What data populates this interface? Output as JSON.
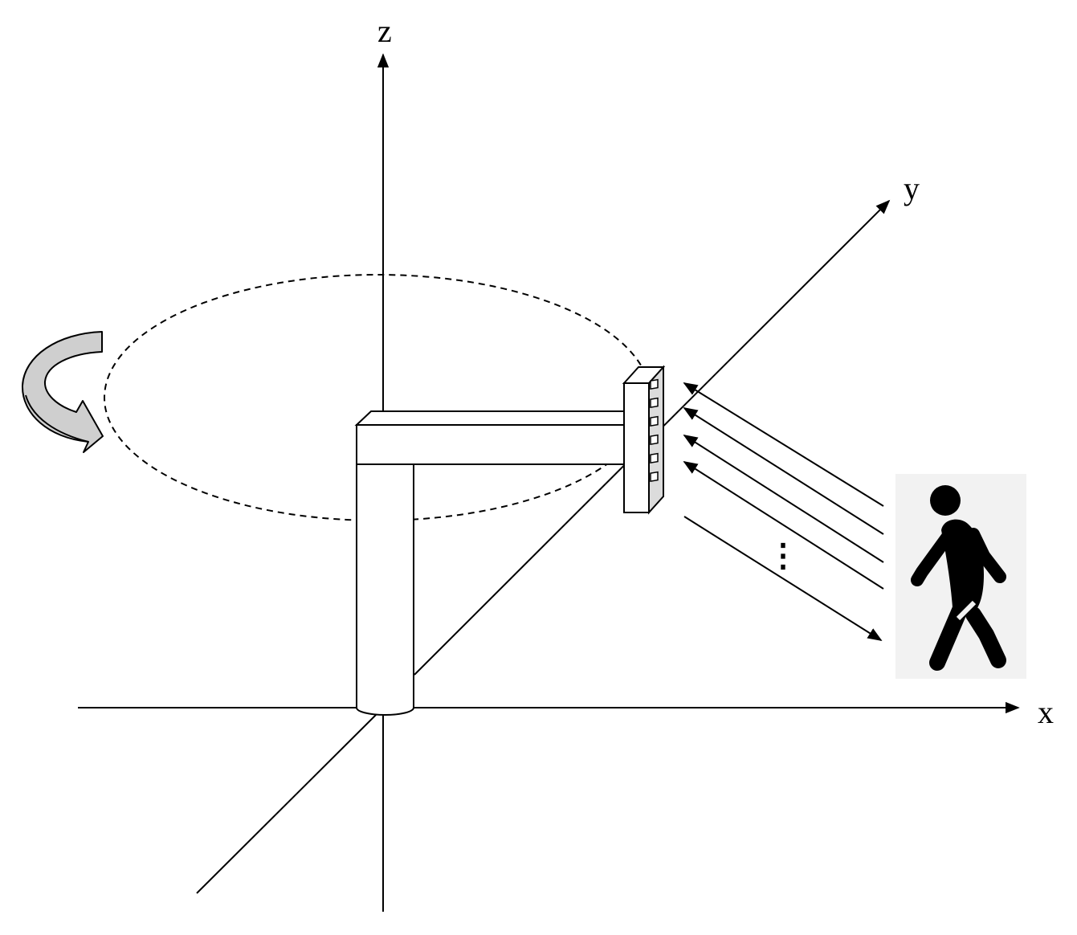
{
  "axes": {
    "x_label": "x",
    "y_label": "y",
    "z_label": "z"
  },
  "signal": {
    "continuation": "⋮"
  },
  "icons": {
    "rotation": "curved-rotation-arrow-icon",
    "person": "walking-person-icon"
  },
  "colors": {
    "line": "#000000",
    "arrow_fill": "#cccccc",
    "antenna_fill": "#dcdcdc",
    "person_bg": "#f2f2f2"
  }
}
